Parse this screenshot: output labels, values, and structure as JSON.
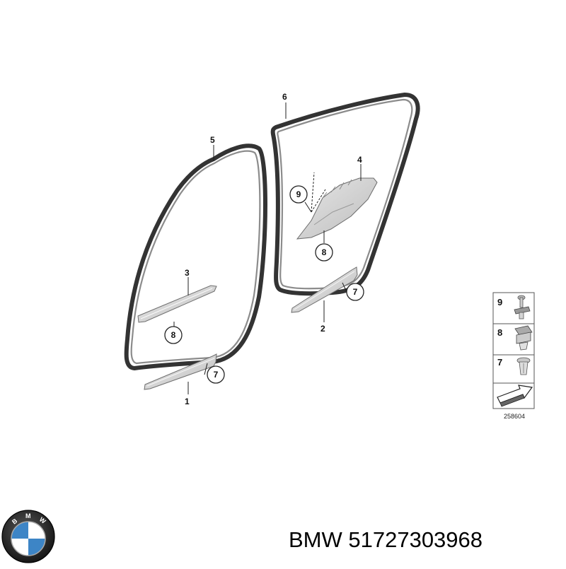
{
  "diagram": {
    "part_labels": {
      "p1": "1",
      "p2": "2",
      "p3": "3",
      "p4": "4",
      "p5": "5",
      "p6": "6"
    },
    "circled_labels": {
      "c7_left": "7",
      "c7_right": "7",
      "c8_left": "8",
      "c8_right": "8",
      "c9": "9"
    },
    "legend": {
      "items": [
        {
          "number": "9",
          "icon": "push-pin-clip-icon"
        },
        {
          "number": "8",
          "icon": "spring-nut-clip-icon"
        },
        {
          "number": "7",
          "icon": "expanding-rivet-clip-icon"
        }
      ],
      "arrow_icon": "direction-arrow-icon",
      "drawing_code": "258604"
    },
    "colors": {
      "seal_outer": "#333333",
      "seal_inner": "#8c8c8c",
      "trim": "#cfcfcf"
    }
  },
  "brand": {
    "logo_icon": "bmw-roundel-logo",
    "logo_letters": "BMW",
    "caption": "BMW 51727303968"
  }
}
